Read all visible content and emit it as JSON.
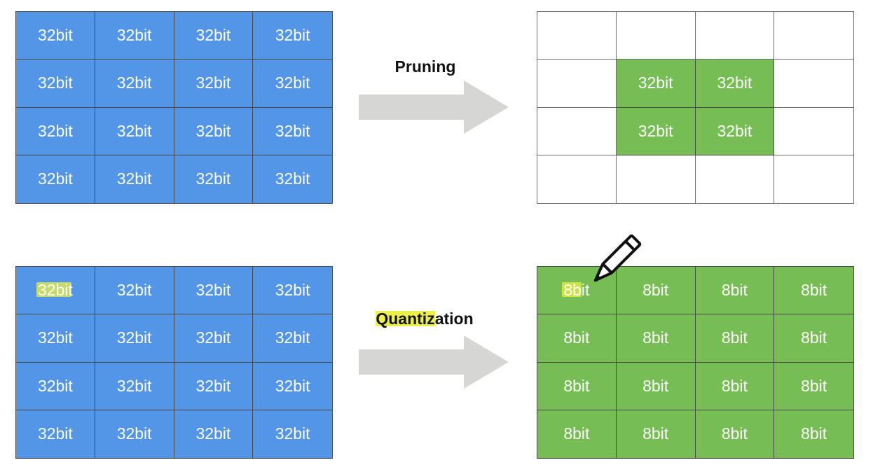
{
  "diagram": {
    "pruning": {
      "label": "Pruning",
      "source": {
        "rows": [
          [
            "32bit",
            "32bit",
            "32bit",
            "32bit"
          ],
          [
            "32bit",
            "32bit",
            "32bit",
            "32bit"
          ],
          [
            "32bit",
            "32bit",
            "32bit",
            "32bit"
          ],
          [
            "32bit",
            "32bit",
            "32bit",
            "32bit"
          ]
        ]
      },
      "result": {
        "rows": [
          [
            "",
            "",
            "",
            ""
          ],
          [
            "",
            "32bit",
            "32bit",
            ""
          ],
          [
            "",
            "32bit",
            "32bit",
            ""
          ],
          [
            "",
            "",
            "",
            ""
          ]
        ]
      }
    },
    "quantization": {
      "label_highlighted": "Quantiz",
      "label_rest": "ation",
      "source": {
        "rows": [
          [
            "32bit",
            "32bit",
            "32bit",
            "32bit"
          ],
          [
            "32bit",
            "32bit",
            "32bit",
            "32bit"
          ],
          [
            "32bit",
            "32bit",
            "32bit",
            "32bit"
          ],
          [
            "32bit",
            "32bit",
            "32bit",
            "32bit"
          ]
        ]
      },
      "result": {
        "rows": [
          [
            "8bit",
            "8bit",
            "8bit",
            "8bit"
          ],
          [
            "8bit",
            "8bit",
            "8bit",
            "8bit"
          ],
          [
            "8bit",
            "8bit",
            "8bit",
            "8bit"
          ],
          [
            "8bit",
            "8bit",
            "8bit",
            "8bit"
          ]
        ]
      }
    }
  },
  "colors": {
    "source_blue": "#5396e8",
    "result_green": "#76bd53",
    "arrow_gray": "#d6d6d4",
    "highlight_yellow": "#ebf03c"
  },
  "icons": {
    "annotation_tool": "pencil-icon"
  }
}
